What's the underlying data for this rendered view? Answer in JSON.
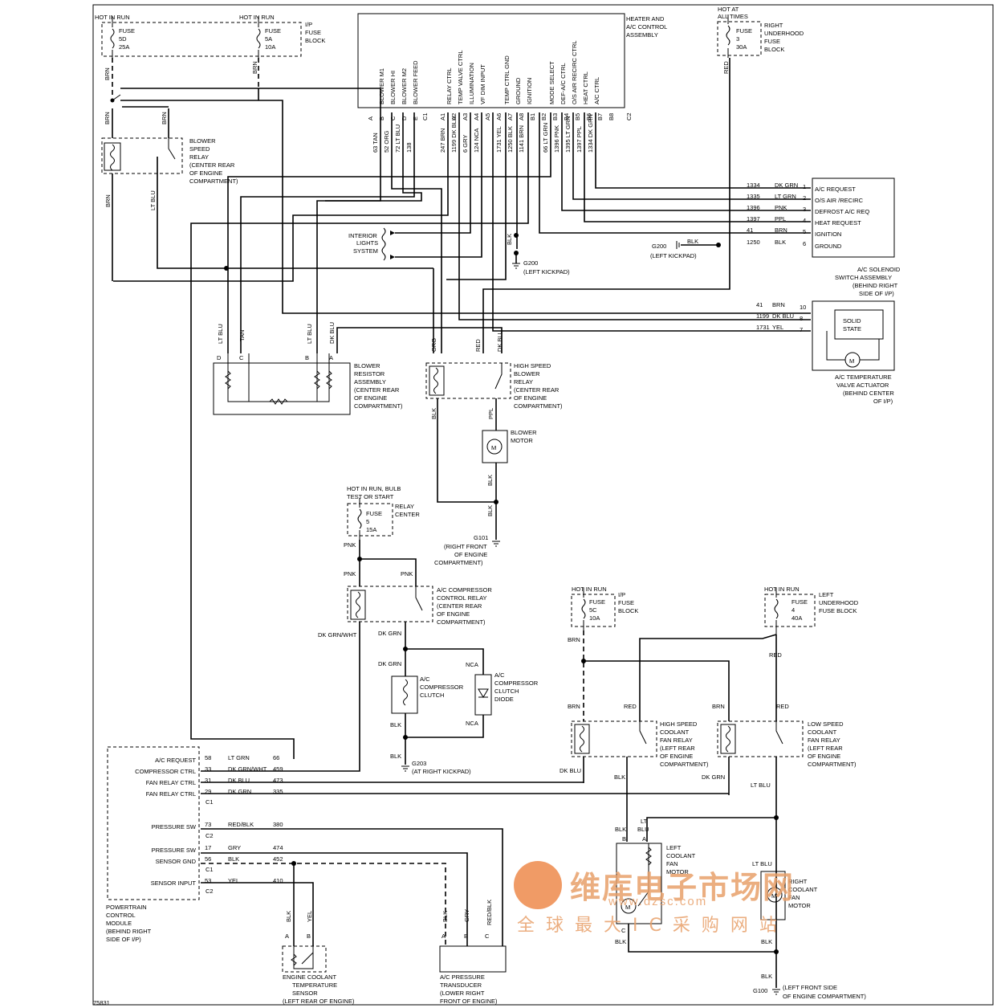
{
  "fuses": {
    "hot_run_1": "HOT IN RUN",
    "hot_run_2": "HOT IN RUN",
    "fuse_5d_a": "FUSE",
    "fuse_5d_b": "5D",
    "fuse_5d_c": "25A",
    "fuse_5a_a": "FUSE",
    "fuse_5a_b": "5A",
    "fuse_5a_c": "10A",
    "ip_fuse_block": [
      "I/P",
      "FUSE",
      "BLOCK"
    ],
    "hot_all_times": [
      "HOT AT",
      "ALL TIMES"
    ],
    "fuse_3": [
      "FUSE",
      "3",
      "30A"
    ],
    "right_uh_block": [
      "RIGHT",
      "UNDERHOOD",
      "FUSE",
      "BLOCK"
    ]
  },
  "heater_control": {
    "title": [
      "HEATER AND",
      "A/C CONTROL",
      "ASSEMBLY"
    ],
    "signals": [
      "BLOWER M1",
      "BLOWER HI",
      "BLOWER M2",
      "BLOWER FEED",
      "RELAY CTRL",
      "TEMP VALVE CTRL",
      "ILLUMINATION",
      "VF DIM INPUT",
      "TEMP CTRL GND",
      "GROUND",
      "IGNITION",
      "MODE SELECT",
      "DEF-A/C CTRL",
      "O/S AIR RECIRC CTRL",
      "HEAT CTRL",
      "A/C CTRL"
    ],
    "pins": [
      "A",
      "B",
      "C",
      "D",
      "E",
      "C1",
      "A1",
      "A2",
      "A3",
      "A4",
      "A5",
      "A6",
      "A7",
      "A8",
      "B1",
      "B2",
      "B3",
      "B4",
      "B5",
      "B6",
      "B7",
      "B8",
      "C2"
    ],
    "wires": [
      "63 TAN",
      "52 ORG",
      "72 LT BLU",
      "138",
      "247 BRN",
      "1199 DK BLU",
      "6 GRY",
      "124 NCA",
      "1731 YEL",
      "1250 BLK",
      "1141 BRN",
      "66 LT GRN",
      "1396 PNK",
      "1395 LT GRN",
      "1397 PPL",
      "1334 DK GRN"
    ]
  },
  "relay_blower": [
    "BLOWER",
    "SPEED",
    "RELAY",
    "(CENTER REAR",
    "OF ENGINE",
    "COMPARTMENT)"
  ],
  "ac_request_module": {
    "rows": [
      {
        "num": "1334",
        "color": "DK GRN",
        "pin": "1",
        "label": "A/C REQUEST"
      },
      {
        "num": "1335",
        "color": "LT GRN",
        "pin": "2",
        "label": "O/S AIR /RECIRC"
      },
      {
        "num": "1396",
        "color": "PNK",
        "pin": "3",
        "label": "DEFROST A/C REQ"
      },
      {
        "num": "1397",
        "color": "PPL",
        "pin": "4",
        "label": "HEAT REQUEST"
      },
      {
        "num": "41",
        "color": "BRN",
        "pin": "5",
        "label": "IGNITION"
      },
      {
        "num": "1250",
        "color": "BLK",
        "pin": "6",
        "label": "GROUND"
      }
    ]
  },
  "grounds": {
    "g200_a": "G200",
    "g200_a_loc": "(LEFT KICKPAD)",
    "blk": "BLK",
    "g200_b": "G200",
    "g200_b_loc": "(LEFT KICKPAD)",
    "g101": "G101",
    "g101_loc": [
      "(RIGHT FRONT",
      "OF ENGINE",
      "COMPARTMENT)"
    ],
    "g203": "G203",
    "g203_loc": "(AT RIGHT KICKPAD)",
    "g100": "G100",
    "g100_loc": [
      "(LEFT FRONT SIDE",
      "OF ENGINE COMPARTMENT)"
    ]
  },
  "interior_lights": [
    "INTERIOR",
    "LIGHTS",
    "SYSTEM"
  ],
  "ac_solenoid": {
    "title": [
      "A/C SOLENOID",
      "SWITCH ASSEMBLY",
      "(BEHIND RIGHT",
      "SIDE OF I/P)"
    ],
    "rows": [
      {
        "num": "41",
        "color": "BRN",
        "pin": "10"
      },
      {
        "num": "1199",
        "color": "DK BLU",
        "pin": "8"
      },
      {
        "num": "1731",
        "color": "YEL",
        "pin": "7"
      }
    ],
    "solid_state": [
      "SOLID",
      "STATE"
    ],
    "actuator": [
      "A/C TEMPERATURE",
      "VALVE ACTUATOR",
      "(BEHIND CENTER",
      "OF I/P)"
    ]
  },
  "blower_resistor": {
    "wires": [
      "LT BLU",
      "TAN",
      "LT BLU",
      "DK BLU"
    ],
    "pins": [
      "D",
      "C",
      "B",
      "A"
    ],
    "title": [
      "BLOWER",
      "RESISTOR",
      "ASSEMBLY",
      "(CENTER REAR",
      "OF ENGINE",
      "COMPARTMENT)"
    ]
  },
  "hs_blower_relay": {
    "wires": [
      "ORG",
      "RED",
      "DK BLU"
    ],
    "title": [
      "HIGH SPEED",
      "BLOWER",
      "RELAY",
      "(CENTER REAR",
      "OF ENGINE",
      "COMPARTMENT)"
    ],
    "blk": "BLK",
    "ppl": "PPL"
  },
  "blower_motor": [
    "BLOWER",
    "MOTOR"
  ],
  "motor_m": "M",
  "relay_center": {
    "hot": [
      "HOT IN RUN, BULB",
      "TEST OR START"
    ],
    "fuse": [
      "FUSE",
      "5",
      "15A"
    ],
    "title": [
      "RELAY",
      "CENTER"
    ],
    "pnk": "PNK"
  },
  "ac_comp_relay": {
    "title": [
      "A/C COMPRESSOR",
      "CONTROL RELAY",
      "(CENTER REAR",
      "OF ENGINE",
      "COMPARTMENT)"
    ],
    "wires": {
      "pnk": "PNK",
      "dkgrnwht": "DK GRN/WHT",
      "dkgrn": "DK GRN",
      "nca": "NCA",
      "blk": "BLK"
    },
    "clutch": [
      "A/C",
      "COMPRESSOR",
      "CLUTCH"
    ],
    "diode": [
      "A/C",
      "COMPRESSOR",
      "CLUTCH",
      "DIODE"
    ]
  },
  "bottom_labels": {
    "brn": "BRN",
    "red": "RED",
    "blk": "BLK",
    "dkblu": "DK BLU",
    "dkgrn": "DK GRN",
    "ltblu": "LT BLU",
    "lt": "LT",
    "blu": "BLU",
    "tan": "TAN",
    "gry": "GRY",
    "yel": "YEL",
    "redblk": "RED/BLK",
    "b": "B",
    "a": "A",
    "c": "C",
    "id": "75831"
  },
  "fan_fuses": {
    "hot_run_left": "HOT IN RUN",
    "fuse_5c": [
      "FUSE",
      "5C",
      "10A"
    ],
    "ip_block": [
      "I/P",
      "FUSE",
      "BLOCK"
    ],
    "hot_run_right": "HOT IN RUN",
    "fuse_4": [
      "FUSE",
      "4",
      "40A"
    ],
    "left_uh": [
      "LEFT",
      "UNDERHOOD",
      "FUSE BLOCK"
    ]
  },
  "hs_fan_relay": [
    "HIGH SPEED",
    "COOLANT",
    "FAN RELAY",
    "(LEFT REAR",
    "OF ENGINE",
    "COMPARTMENT)"
  ],
  "ls_fan_relay": [
    "LOW SPEED",
    "COOLANT",
    "FAN RELAY",
    "(LEFT REAR",
    "OF ENGINE",
    "COMPARTMENT)"
  ],
  "left_fan": [
    "LEFT",
    "COOLANT",
    "FAN",
    "MOTOR"
  ],
  "right_fan": [
    "RIGHT",
    "COOLANT",
    "FAN",
    "MOTOR"
  ],
  "pcm": {
    "rows": [
      {
        "label": "A/C REQUEST",
        "pin": "58",
        "color": "LT GRN",
        "num": "66"
      },
      {
        "label": "COMPRESSOR CTRL",
        "pin": "33",
        "color": "DK GRN/WHT",
        "num": "459"
      },
      {
        "label": "FAN RELAY CTRL",
        "pin": "31",
        "color": "DK BLU",
        "num": "473"
      },
      {
        "label": "FAN RELAY CTRL",
        "pin": "29",
        "color": "DK GRN",
        "num": "335"
      },
      {
        "label": "PRESSURE SW",
        "pin": "73",
        "color": "RED/BLK",
        "num": "380"
      },
      {
        "label": "PRESSURE SW",
        "pin": "17",
        "color": "GRY",
        "num": "474"
      },
      {
        "label": "SENSOR GND",
        "pin": "56",
        "color": "BLK",
        "num": "452"
      },
      {
        "label": "SENSOR INPUT",
        "pin": "53",
        "color": "YEL",
        "num": "410"
      }
    ],
    "connectors": [
      "C1",
      "C2",
      "C1",
      "C2"
    ],
    "title": [
      "POWERTRAIN",
      "CONTROL",
      "MODULE",
      "(BEHIND RIGHT",
      "SIDE OF I/P)"
    ]
  },
  "ect_sensor": [
    "ENGINE COOLANT",
    "TEMPERATURE",
    "SENSOR",
    "(LEFT REAR OF ENGINE)"
  ],
  "ac_pressure": [
    "A/C PRESSURE",
    "TRANSDUCER",
    "(LOWER RIGHT",
    "FRONT OF ENGINE)"
  ],
  "watermark": {
    "cn": "维库电子市场网",
    "url": "www.dzsc.com",
    "sub": "全球最大IC采购网站"
  }
}
